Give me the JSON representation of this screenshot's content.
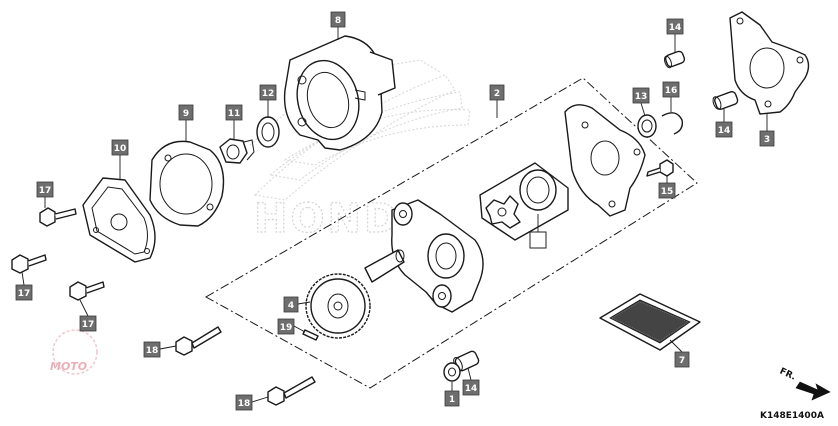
{
  "diagram_code": "K148E1400A",
  "direction_label": "FR.",
  "watermark_brand": "HONDA",
  "site_watermark": "MOTO",
  "callouts": [
    {
      "id": "c8",
      "label": "8"
    },
    {
      "id": "c14a",
      "label": "14"
    },
    {
      "id": "c9",
      "label": "9"
    },
    {
      "id": "c11",
      "label": "11"
    },
    {
      "id": "c12",
      "label": "12"
    },
    {
      "id": "c2",
      "label": "2"
    },
    {
      "id": "c13",
      "label": "13"
    },
    {
      "id": "c16",
      "label": "16"
    },
    {
      "id": "c14b",
      "label": "14"
    },
    {
      "id": "c3",
      "label": "3"
    },
    {
      "id": "c10",
      "label": "10"
    },
    {
      "id": "c17a",
      "label": "17"
    },
    {
      "id": "c15",
      "label": "15"
    },
    {
      "id": "c17b",
      "label": "17"
    },
    {
      "id": "c17c",
      "label": "17"
    },
    {
      "id": "c4",
      "label": "4"
    },
    {
      "id": "c19",
      "label": "19"
    },
    {
      "id": "c18a",
      "label": "18"
    },
    {
      "id": "c7",
      "label": "7"
    },
    {
      "id": "c18b",
      "label": "18"
    },
    {
      "id": "c1",
      "label": "1"
    },
    {
      "id": "c14c",
      "label": "14"
    },
    {
      "id": "cblank",
      "label": ""
    }
  ]
}
